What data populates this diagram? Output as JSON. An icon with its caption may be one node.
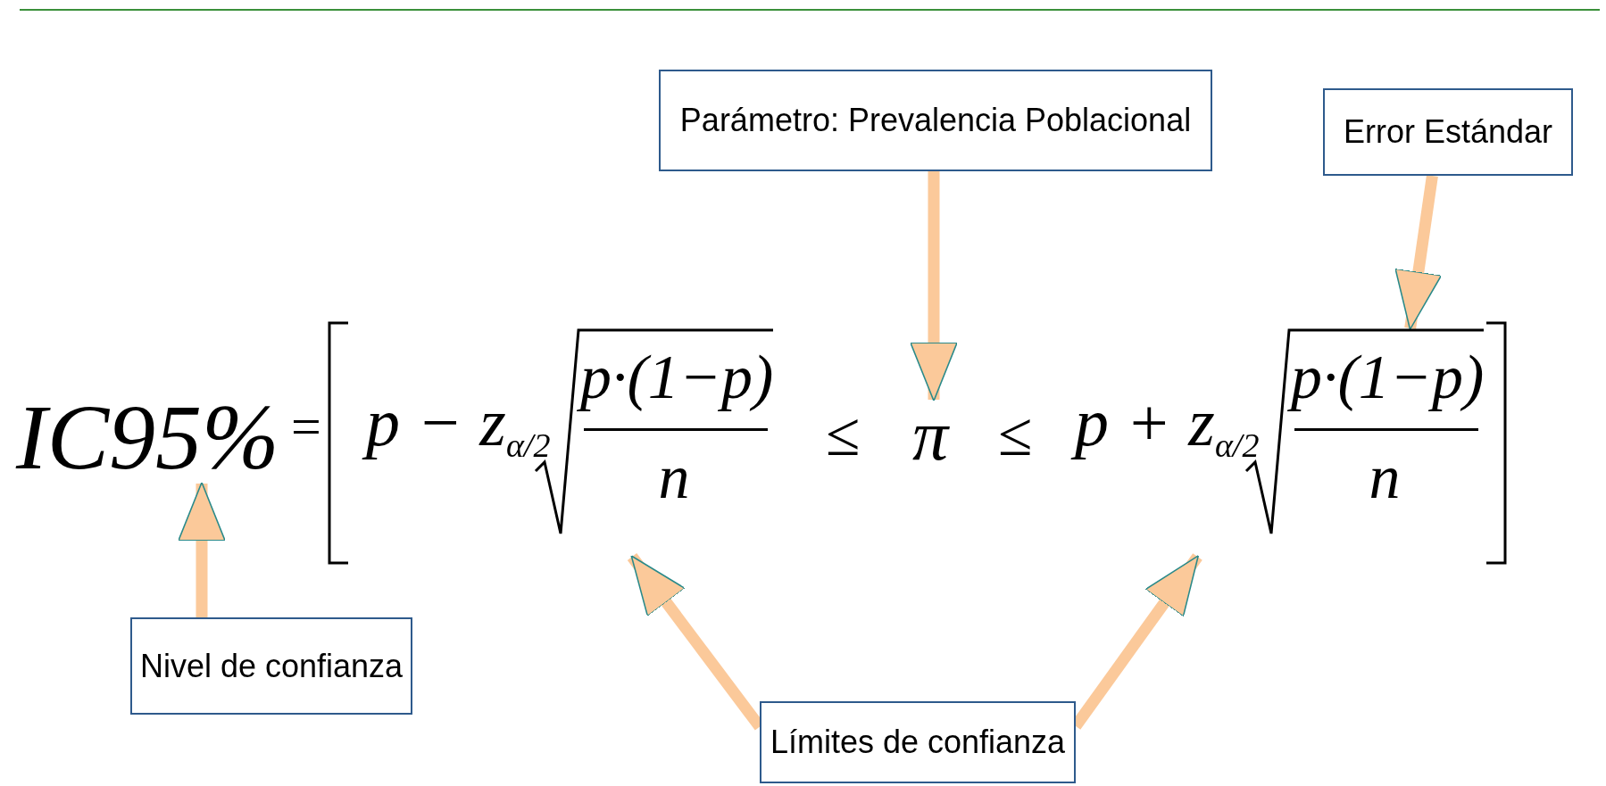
{
  "diagram": {
    "nodes": [
      {
        "text": [
          "Parámetro: Prevalencia Poblacional"
        ]
      },
      {
        "text": [
          "Error Estándar"
        ]
      },
      {
        "text": [
          "IC95%"
        ]
      },
      {
        "text": [
          "p − z$_{α/2}$"
        ]
      },
      {
        "text": [
          "p·(1−p)",
          "n"
        ],
        "in": 3
      },
      {
        "text": [
          "π"
        ]
      },
      {
        "text": [
          "p + z$_{α/2}$"
        ]
      },
      {
        "text": [
          "p·(1−p)",
          "n"
        ],
        "in": 6
      },
      {
        "text": [
          "Nivel de confianza"
        ]
      },
      {
        "text": [
          "Límites de confianza"
        ]
      }
    ],
    "edges": [
      {
        "from": 0,
        "to": 5,
        "arrow": "to"
      },
      {
        "from": 1,
        "to": 7,
        "arrow": "to"
      },
      {
        "from": 8,
        "to": 2,
        "arrow": "to"
      },
      {
        "from": 9,
        "to": 3,
        "arrow": "to"
      },
      {
        "from": 9,
        "to": 6,
        "arrow": "to"
      }
    ],
    "labels": [
      "=",
      "≤",
      "≤"
    ]
  }
}
